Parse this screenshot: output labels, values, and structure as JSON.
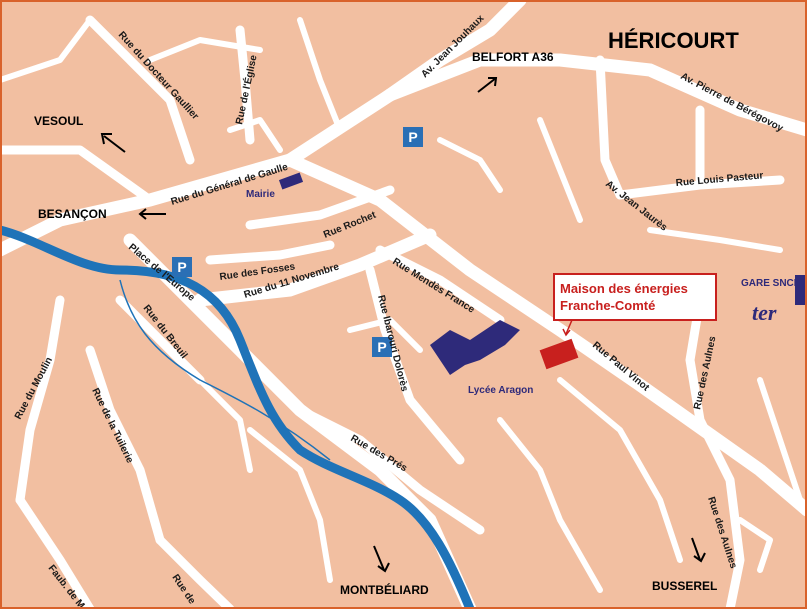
{
  "colors": {
    "land": "#f2bfa1",
    "road": "#ffffff",
    "river": "#1f73b8",
    "building": "#2e2a7a",
    "highlight": "#c8201e",
    "frame": "#d9622b"
  },
  "town": "HÉRICOURT",
  "directions": {
    "vesoul": "VESOUL",
    "besancon": "BESANÇON",
    "belfort": "BELFORT A36",
    "montbeliard": "MONTBÉLIARD",
    "busserel": "BUSSEREL"
  },
  "streets": {
    "docteur_gaulier": "Rue du Docteur Gaullier",
    "eglise": "Rue de l'Église",
    "general_gaulle": "Rue du Général de Gaulle",
    "jean_jouhaux": "Av. Jean Jouhaux",
    "pierre_beregovoy": "Av. Pierre de Bérégovoy",
    "louis_pasteur": "Rue Louis Pasteur",
    "jean_jaures": "Av. Jean Jaurès",
    "rochet": "Rue Rochet",
    "fosses": "Rue des Fosses",
    "onze_novembre": "Rue du 11 Novembre",
    "mendes_france": "Rue Mendès France",
    "place_europe": "Place de l'Europe",
    "breuil": "Rue du Breuil",
    "ibarouri": "Rue Ibarouri Dolorès",
    "paul_vinot": "Rue Paul Vinot",
    "aulnes_1": "Rue des Aulnes",
    "aulnes_2": "Rue des Aulnes",
    "moulin": "Rue du Moulin",
    "tuilerie": "Rue de la Tuilerie",
    "pres": "Rue des Prés",
    "faubourg": "Faub. de M",
    "rue_de": "Rue de"
  },
  "poi": {
    "mairie": "Mairie",
    "lycee": "Lycée Aragon",
    "gare": "GARE SNCF",
    "ter": "ter",
    "parking": "P"
  },
  "callout": {
    "line1": "Maison des énergies",
    "line2": "Franche-Comté"
  }
}
